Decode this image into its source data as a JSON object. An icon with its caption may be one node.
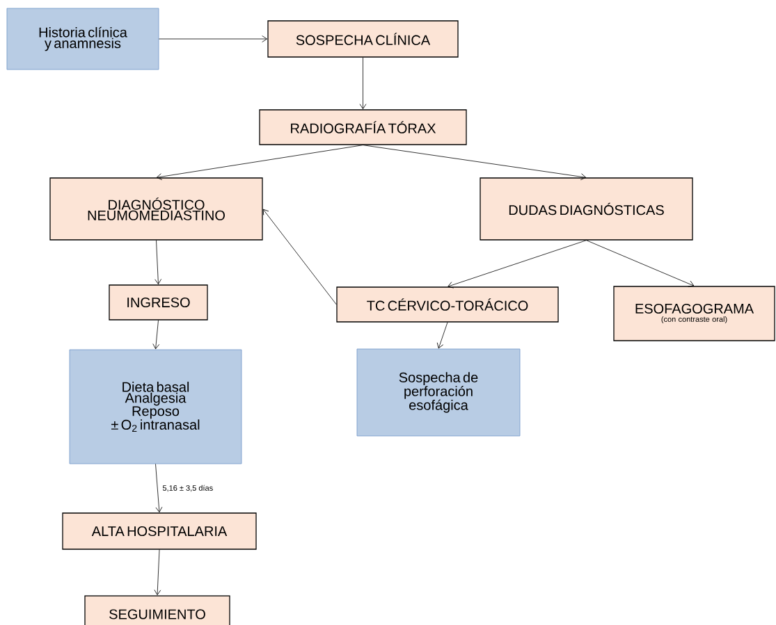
{
  "diagram": {
    "nodes": [
      {
        "text": [
          "Historia clínica y anamnesis"
        ]
      },
      {
        "text": [
          "SOSPECHA CLÍNICA"
        ]
      },
      {
        "text": [
          "RADIOGRAFÍA TÓRAX"
        ]
      },
      {
        "text": [
          "DIAGNÓSTICO NEUMOMEDIASTINO"
        ]
      },
      {
        "text": [
          "DUDAS DIAGNÓSTICAS"
        ]
      },
      {
        "text": [
          "INGRESO"
        ]
      },
      {
        "text": [
          "TC CÉRVICO-TORÁCICO"
        ]
      },
      {
        "text": [
          "ESOFAGOGRAMA",
          "(con contraste oral)"
        ]
      },
      {
        "text": [
          "Dieta basal",
          "Analgesia",
          "Reposo",
          "± O$_{2}$ intranasal"
        ]
      },
      {
        "text": [
          "Sospecha de perforación esofágica"
        ]
      },
      {
        "text": [
          "ALTA HOSPITALARIA"
        ]
      },
      {
        "text": [
          "SEGUIMIENTO"
        ]
      }
    ],
    "edges": [
      {
        "from": 0,
        "to": 1,
        "arrow": "to"
      },
      {
        "from": 1,
        "to": 2,
        "arrow": "to"
      },
      {
        "from": 2,
        "to": 3,
        "arrow": "to"
      },
      {
        "from": 2,
        "to": 4,
        "arrow": "to"
      },
      {
        "from": 3,
        "to": 5,
        "arrow": "to"
      },
      {
        "from": 6,
        "to": 3,
        "arrow": "to"
      },
      {
        "from": 4,
        "to": 6,
        "arrow": "to"
      },
      {
        "from": 4,
        "to": 7,
        "arrow": "to"
      },
      {
        "from": 5,
        "to": 8,
        "arrow": "to"
      },
      {
        "from": 6,
        "to": 9,
        "arrow": "to"
      },
      {
        "from": 8,
        "to": 10,
        "arrow": "to",
        "label": "5,16 ± 3,5 días"
      },
      {
        "from": 10,
        "to": 11,
        "arrow": "to"
      }
    ]
  }
}
